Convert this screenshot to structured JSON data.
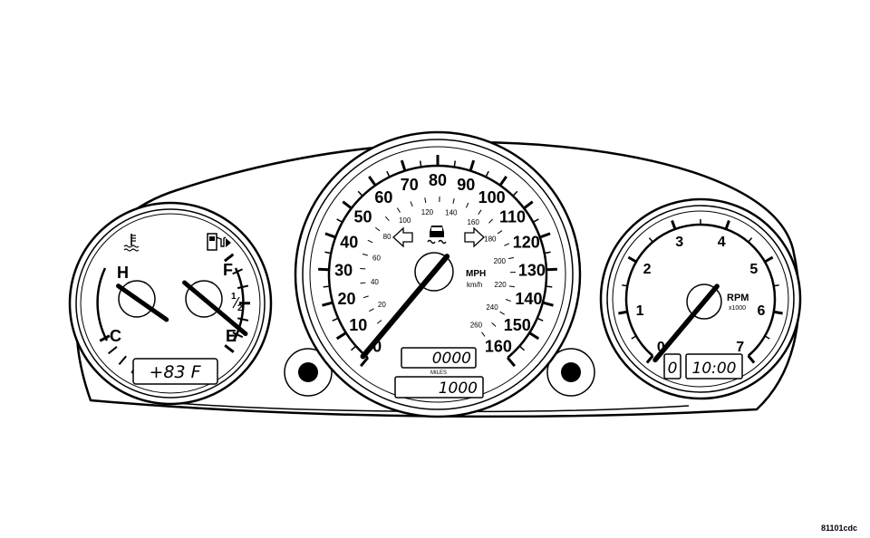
{
  "temp_fuel_gauge": {
    "temp_high": "H",
    "temp_cold": "C",
    "fuel_full": "F",
    "fuel_half_num": "1",
    "fuel_half_den": "2",
    "fuel_empty": "E",
    "coolant_icon": "coolant-temperature-icon",
    "fuel_icon": "fuel-pump-icon",
    "temp_needle_fraction": 0.5,
    "fuel_needle_fraction": 0.0,
    "outside_temp_display": "+83 F"
  },
  "speedometer": {
    "mph_labels": [
      "0",
      "10",
      "20",
      "30",
      "40",
      "50",
      "60",
      "70",
      "80",
      "90",
      "100",
      "110",
      "120",
      "130",
      "140",
      "150",
      "160"
    ],
    "kmh_labels": [
      "20",
      "40",
      "60",
      "80",
      "100",
      "120",
      "140",
      "160",
      "180",
      "200",
      "220",
      "240",
      "260"
    ],
    "unit_mph": "MPH",
    "unit_kmh": "km/h",
    "needle_mph": 0,
    "left_turn_icon": "left-turn-signal-icon",
    "right_turn_icon": "right-turn-signal-icon",
    "traction_icon": "traction-control-icon",
    "trip_display": "0000",
    "odometer_label": "MILES",
    "odometer_display": "1000"
  },
  "tachometer": {
    "labels": [
      "0",
      "1",
      "2",
      "3",
      "4",
      "5",
      "6",
      "7"
    ],
    "unit": "RPM",
    "unit_multiplier": "x1000",
    "needle_rpm_x1000": 0,
    "gear_display": "0",
    "clock_display": "10:00"
  },
  "caption": "81101cdc"
}
